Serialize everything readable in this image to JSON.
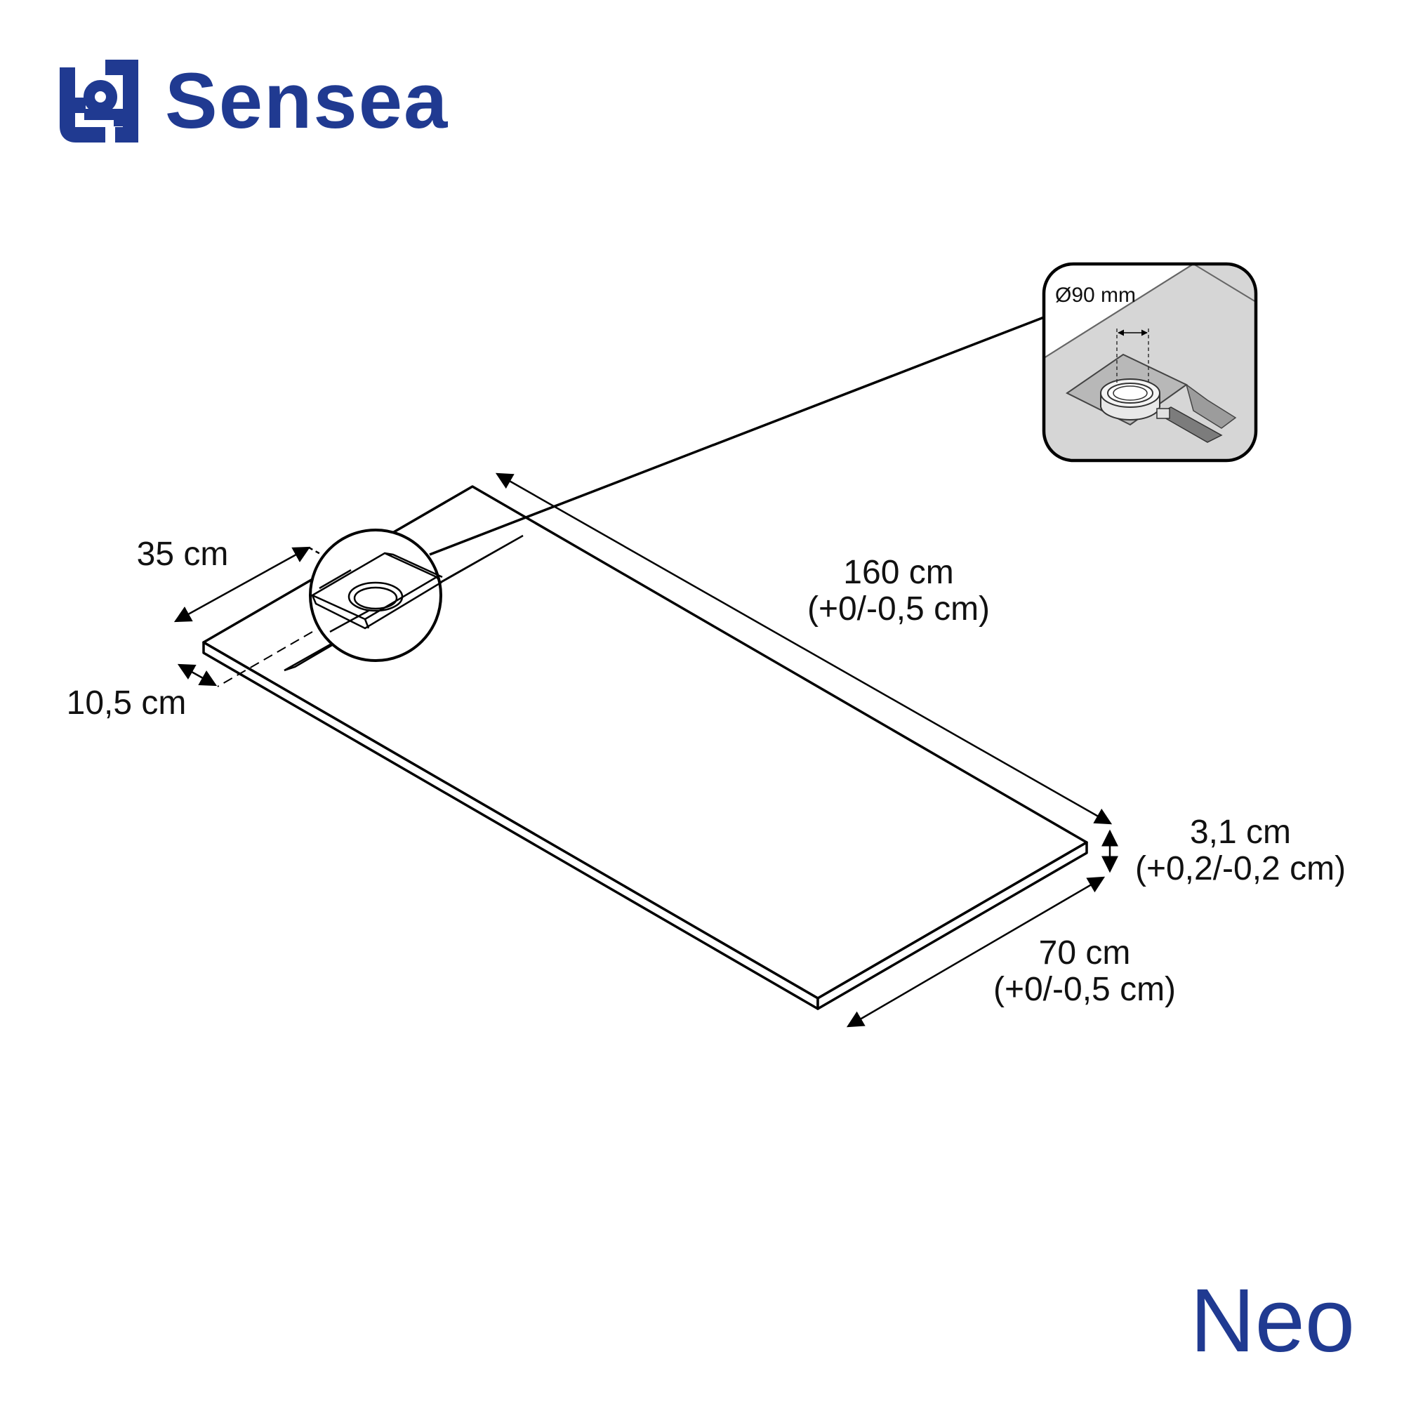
{
  "brand": {
    "name": "Sensea",
    "color": "#203a91",
    "logo_icon": "sensea-logo-icon"
  },
  "product": {
    "name": "Neo"
  },
  "dimensions": {
    "length": {
      "value": "160 cm",
      "tolerance": "(+0/-0,5 cm)"
    },
    "width": {
      "value": "70 cm",
      "tolerance": "(+0/-0,5 cm)"
    },
    "thickness": {
      "value": "3,1 cm",
      "tolerance": "(+0,2/-0,2 cm)"
    },
    "drain_offset_side": {
      "value": "35 cm"
    },
    "drain_offset_end": {
      "value": "10,5 cm"
    }
  },
  "drain_detail": {
    "diameter_label": "Ø90 mm"
  }
}
